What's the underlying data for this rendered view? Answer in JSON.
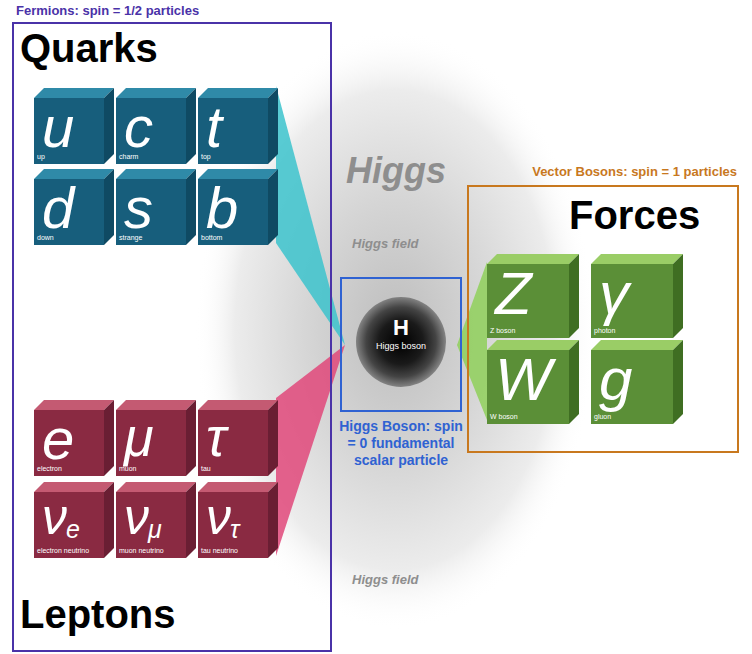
{
  "diagram": {
    "nodes": [
      {
        "text": [
          "Fermions: spin = 1/2 particles",
          "Quarks",
          "Leptons"
        ]
      },
      {
        "text": [
          "u",
          "up"
        ],
        "in": 0
      },
      {
        "text": [
          "c",
          "charm"
        ],
        "in": 0
      },
      {
        "text": [
          "t",
          "top"
        ],
        "in": 0
      },
      {
        "text": [
          "d",
          "down"
        ],
        "in": 0
      },
      {
        "text": [
          "s",
          "strange"
        ],
        "in": 0
      },
      {
        "text": [
          "b",
          "bottom"
        ],
        "in": 0
      },
      {
        "text": [
          "e",
          "electron"
        ],
        "in": 0
      },
      {
        "text": [
          "μ",
          "muon"
        ],
        "in": 0
      },
      {
        "text": [
          "τ",
          "tau"
        ],
        "in": 0
      },
      {
        "text": [
          "ν",
          "e",
          "electron neutrino"
        ],
        "in": 0
      },
      {
        "text": [
          "ν",
          "μ",
          "muon neutrino"
        ],
        "in": 0
      },
      {
        "text": [
          "ν",
          "τ",
          "tau neutrino"
        ],
        "in": 0
      },
      {
        "text": [
          "H",
          "Higgs boson",
          "Higgs Boson: spin = 0 fundamental scalar particle"
        ]
      },
      {
        "text": [
          "Vector Bosons: spin = 1 particles",
          "Forces"
        ]
      },
      {
        "text": [
          "Z",
          "Z boson"
        ],
        "in": 14
      },
      {
        "text": [
          "γ",
          "photon"
        ],
        "in": 14
      },
      {
        "text": [
          "W",
          "W boson"
        ],
        "in": 14
      },
      {
        "text": [
          "g",
          "gluon"
        ],
        "in": 14
      }
    ],
    "labels": [
      "Higgs",
      "Higgs field",
      "Higgs field"
    ]
  }
}
